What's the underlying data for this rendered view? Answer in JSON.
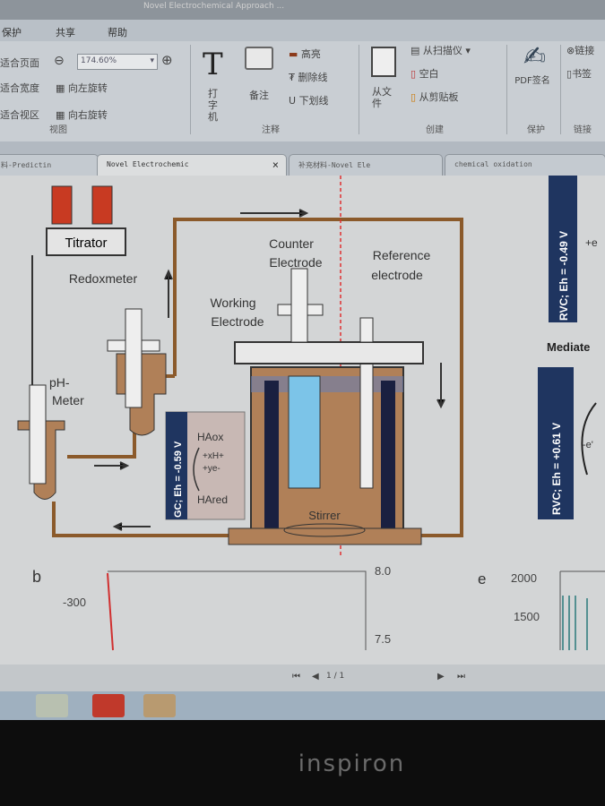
{
  "title_bar": "Novel Electrochemical Approach ...",
  "menu": [
    "保护",
    "共享",
    "帮助"
  ],
  "ribbon": {
    "view": {
      "fit_page": "适合页面",
      "fit_width": "适合宽度",
      "fit_visible": "适合视区",
      "zoom_value": "174.60%",
      "rotate_left": "向左旋转",
      "rotate_right": "向右旋转",
      "label": "视图"
    },
    "annotate": {
      "typewriter": "打字机",
      "note": "备注",
      "highlight": "高亮",
      "strikeout": "删除线",
      "underline": "下划线",
      "label": "注释"
    },
    "create": {
      "from_file": "从文件",
      "from_scanner": "从扫描仪",
      "blank": "空白",
      "from_clipboard": "从剪贴板",
      "label": "创建"
    },
    "protect": {
      "pdf_sign": "PDF签名",
      "label": "保护"
    },
    "links": {
      "link": "链接",
      "bookmark": "书签",
      "label": "链接"
    }
  },
  "tabs": [
    {
      "label": "料-Predictin",
      "active": false
    },
    {
      "label": "Novel Electrochemic",
      "active": true,
      "close": "×"
    },
    {
      "label": "补充材料-Novel Ele",
      "active": false
    },
    {
      "label": "chemical oxidation",
      "active": false
    }
  ],
  "figure": {
    "titrator": "Titrator",
    "redoxmeter": "Redoxmeter",
    "ph_meter": "pH-\nMeter",
    "ph_line1": "pH-",
    "ph_line2": "Meter",
    "counter1": "Counter",
    "counter2": "Electrode",
    "reference1": "Reference",
    "reference2": "electrode",
    "working1": "Working",
    "working2": "Electrode",
    "stirrer": "Stirrer",
    "gc_label": "GC; Eh = -0.59 V",
    "ha_ox": "HAox",
    "xh": "+xH+",
    "ye": "+ye-",
    "ha_red": "HAred",
    "rvc_top": "RVC; Eh = -0.49 V",
    "rvc_bottom": "RVC; Eh = +0.61 V",
    "mediate": "Mediate",
    "plus_e": "+e",
    "minus_e": "-e'",
    "panel_b": "b",
    "b_tick": "-300",
    "b_right_top": "8.0",
    "b_right_bottom": "7.5",
    "panel_e": "e",
    "e_tick_top": "2000",
    "e_tick_bottom": "1500"
  },
  "colors": {
    "tube": "#8b5a2b",
    "electrolyte": "#b08058",
    "red": "#c83a22",
    "rvc_box": "#1f3560"
  },
  "nav": {
    "page": "1 / 1"
  },
  "brand": "inspiron"
}
